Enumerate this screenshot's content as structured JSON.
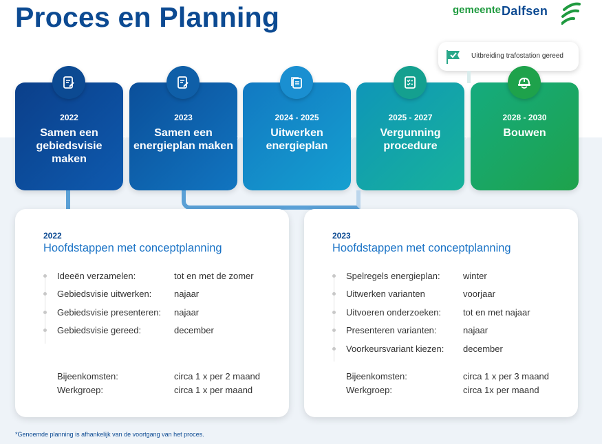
{
  "title": "Proces en Planning",
  "logo": {
    "word1": "gemeente",
    "word2": "Dalfsen"
  },
  "callout": {
    "text": "Uitbreiding trafostation gereed"
  },
  "steps": [
    {
      "year": "2022",
      "name": "Samen een gebiedsvisie maken",
      "icon": "document-pen-icon"
    },
    {
      "year": "2023",
      "name": "Samen een energieplan maken",
      "icon": "document-pen-icon"
    },
    {
      "year": "2024 - 2025",
      "name": "Uitwerken energieplan",
      "icon": "documents-icon"
    },
    {
      "year": "2025 - 2027",
      "name": "Vergunning procedure",
      "icon": "checklist-icon"
    },
    {
      "year": "2028 - 2030",
      "name": "Bouwen",
      "icon": "hardhat-icon"
    }
  ],
  "cards": [
    {
      "year": "2022",
      "heading": "Hoofdstappen met conceptplanning",
      "items": [
        {
          "label": "Ideeën verzamelen:",
          "value": "tot en met de zomer"
        },
        {
          "label": "Gebiedsvisie uitwerken:",
          "value": "najaar"
        },
        {
          "label": "Gebiedsvisie presenteren:",
          "value": "najaar"
        },
        {
          "label": "Gebiedsvisie gereed:",
          "value": "december"
        }
      ],
      "footer": [
        {
          "label": "Bijeenkomsten:",
          "value": "circa 1 x per 2 maand"
        },
        {
          "label": "Werkgroep:",
          "value": "circa 1 x per maand"
        }
      ]
    },
    {
      "year": "2023",
      "heading": "Hoofdstappen met conceptplanning",
      "items": [
        {
          "label": "Spelregels energieplan:",
          "value": "winter"
        },
        {
          "label": "Uitwerken varianten",
          "value": "voorjaar"
        },
        {
          "label": "Uitvoeren onderzoeken:",
          "value": "tot en met najaar"
        },
        {
          "label": "Presenteren varianten:",
          "value": "najaar"
        },
        {
          "label": "Voorkeursvariant kiezen:",
          "value": "december"
        }
      ],
      "footer": [
        {
          "label": "Bijeenkomsten:",
          "value": "circa 1 x per 3 maand"
        },
        {
          "label": "Werkgroep:",
          "value": "circa 1x per maand"
        }
      ]
    }
  ],
  "footnote": "*Genoemde planning is afhankelijk van de voortgang van het proces."
}
